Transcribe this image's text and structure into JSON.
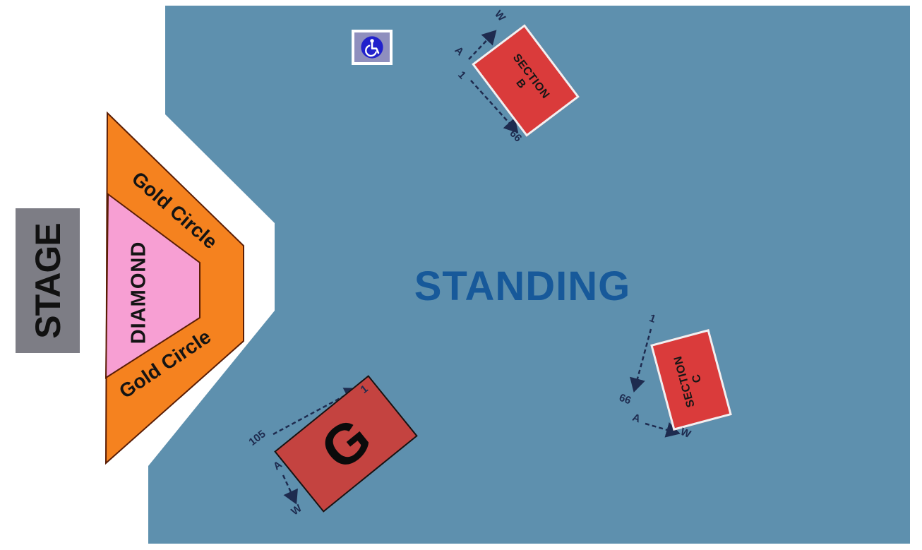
{
  "colors": {
    "standing_bg": "#5E90AE",
    "standing_text": "#17599A",
    "section_red": "#DA3B3B",
    "section_g_red": "#C44340",
    "gold_circle_orange": "#F5821F",
    "diamond_pink": "#F79FD3",
    "stage_gray": "#7D7D85",
    "label_ink": "#1E2B4F",
    "shape_outline": "#5A1D05",
    "icon_box_bg": "#8F8FBE",
    "icon_circle": "#2121CC"
  },
  "stage": {
    "label": "STAGE"
  },
  "gold_circle": {
    "label_upper": "Gold Circle",
    "label_lower": "Gold Circle"
  },
  "diamond": {
    "label": "DIAMOND"
  },
  "standing": {
    "label": "STANDING"
  },
  "sections": {
    "b": {
      "name_line1": "SECTION",
      "name_line2": "B",
      "row_first": "A",
      "row_last": "W",
      "seat_first": "1",
      "seat_last": "66"
    },
    "c": {
      "name_line1": "SECTION",
      "name_line2": "C",
      "row_first": "A",
      "row_last": "W",
      "seat_first": "1",
      "seat_last": "66"
    },
    "g": {
      "name": "G",
      "row_first": "A",
      "row_last": "W",
      "seat_first": "105",
      "seat_last": "1"
    }
  },
  "icons": {
    "accessible_seating": "wheelchair-accessible-icon"
  }
}
